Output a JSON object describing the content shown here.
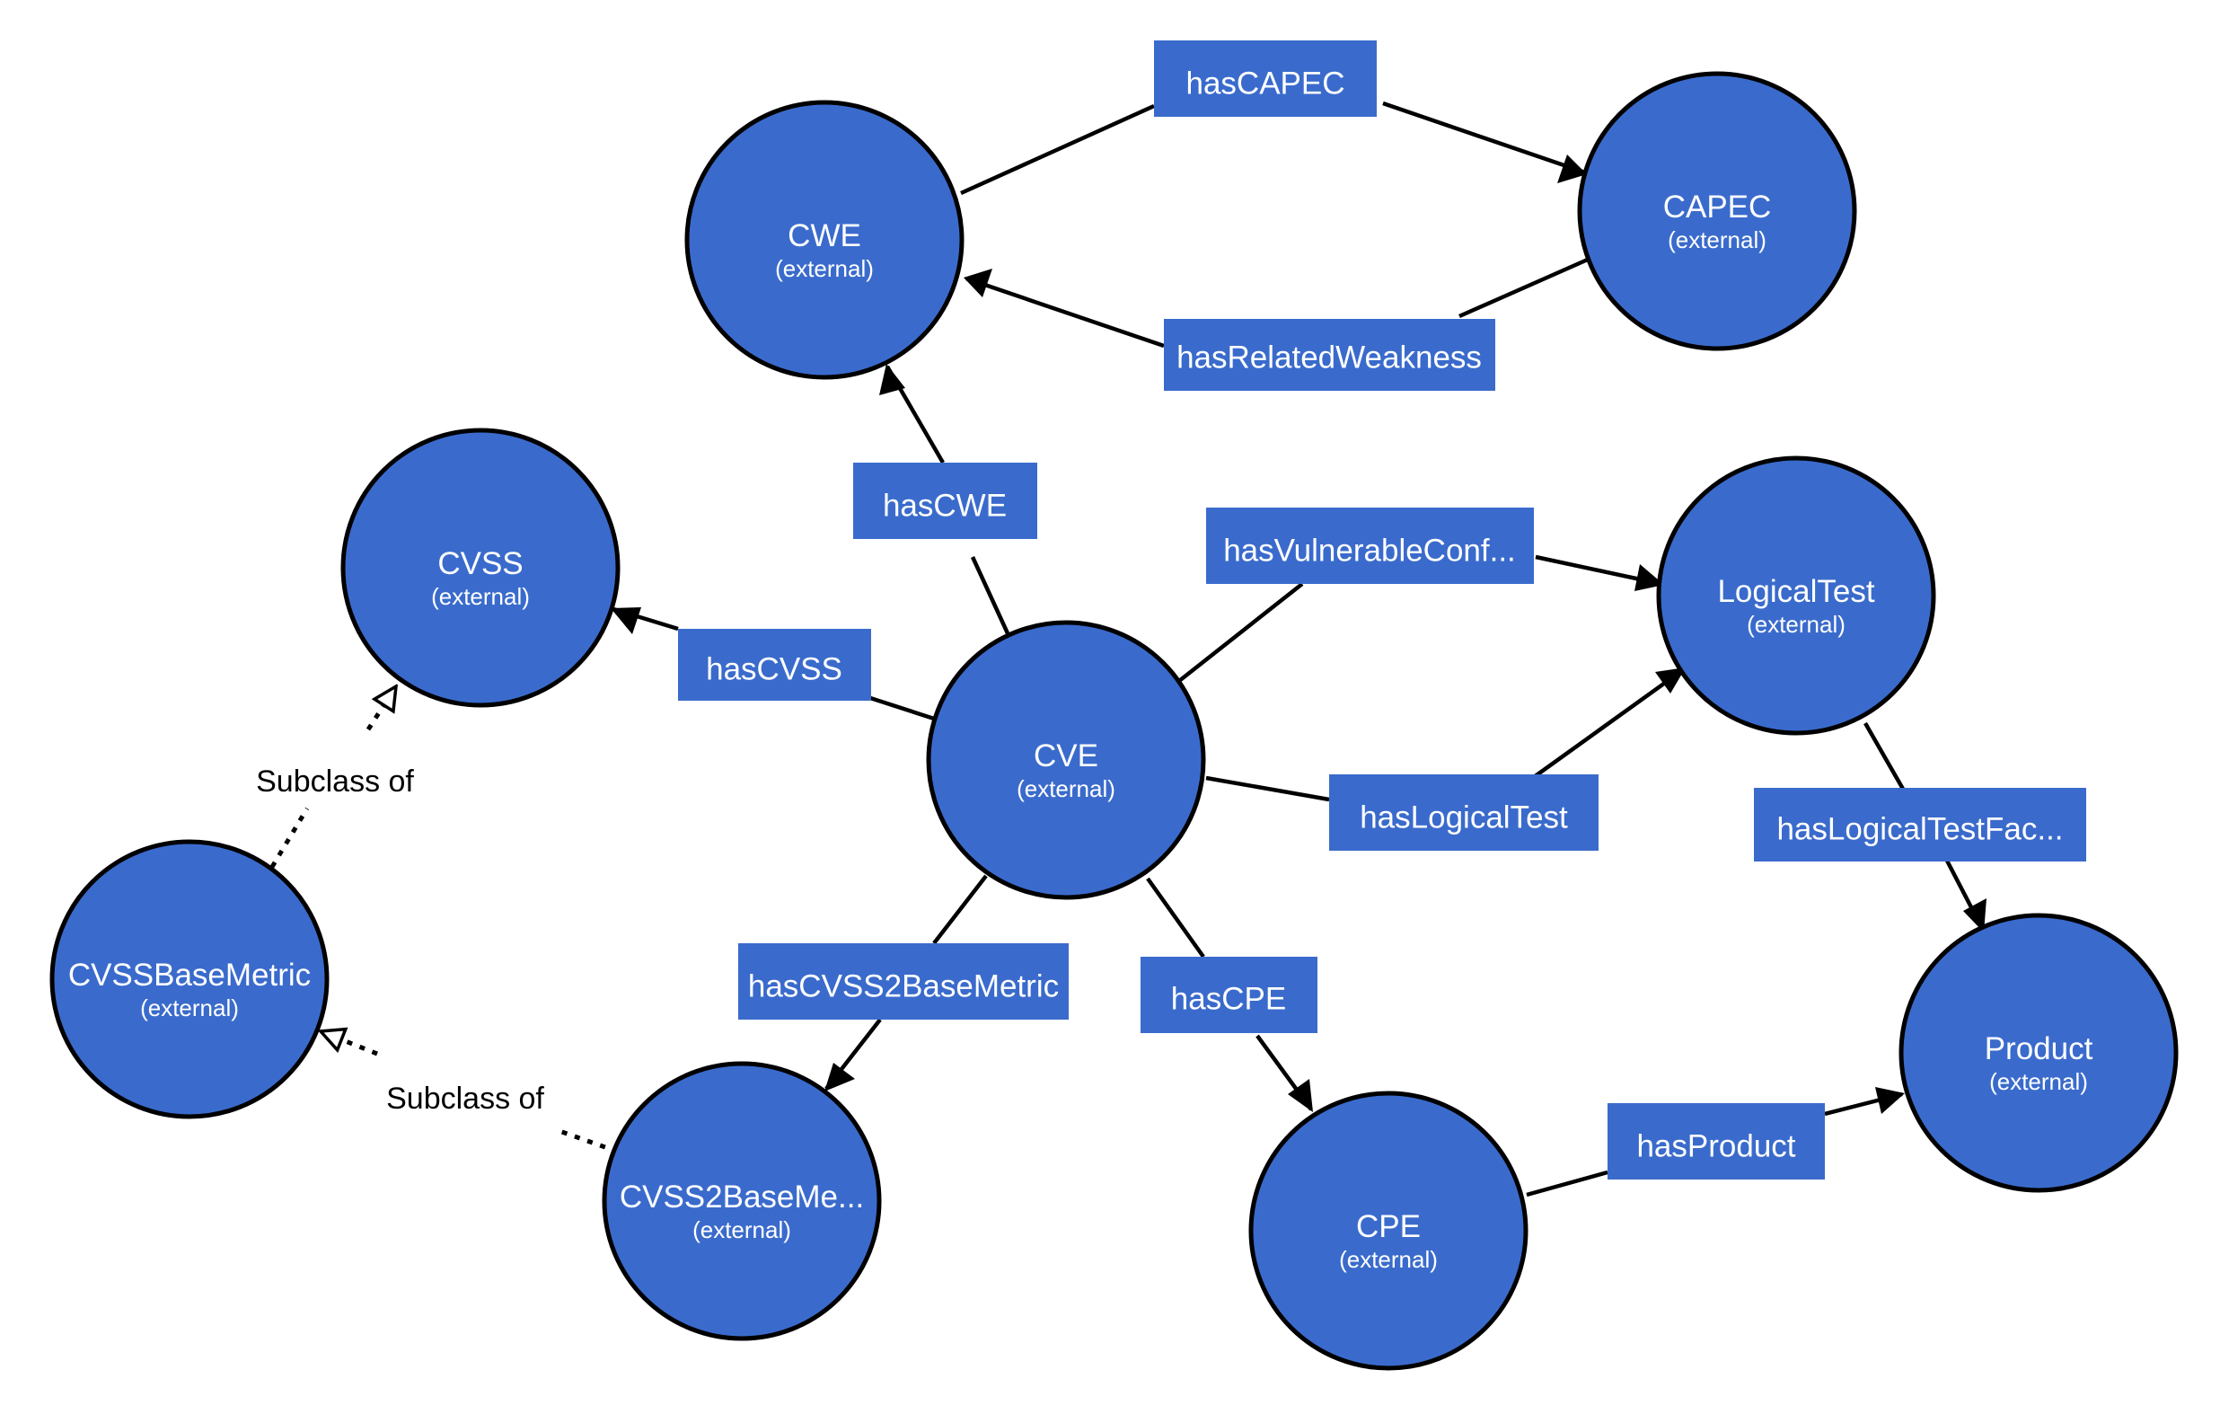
{
  "colors": {
    "node_fill": "#3a6bcc",
    "label_fill": "#3a6bcc",
    "stroke": "#000000",
    "text": "#ffffff"
  },
  "nodes": [
    {
      "id": "cwe",
      "title": "CWE",
      "subtitle": "(external)"
    },
    {
      "id": "capec",
      "title": "CAPEC",
      "subtitle": "(external)"
    },
    {
      "id": "cvss",
      "title": "CVSS",
      "subtitle": "(external)"
    },
    {
      "id": "cve",
      "title": "CVE",
      "subtitle": "(external)"
    },
    {
      "id": "logicaltest",
      "title": "LogicalTest",
      "subtitle": "(external)"
    },
    {
      "id": "cvssbasemetric",
      "title": "CVSSBaseMetric",
      "subtitle": "(external)"
    },
    {
      "id": "cvss2basemetric",
      "title": "CVSS2BaseMe...",
      "subtitle": "(external)"
    },
    {
      "id": "cpe",
      "title": "CPE",
      "subtitle": "(external)"
    },
    {
      "id": "product",
      "title": "Product",
      "subtitle": "(external)"
    }
  ],
  "edges": [
    {
      "id": "hascapec",
      "label": "hasCAPEC",
      "from": "cwe",
      "to": "capec"
    },
    {
      "id": "hasrelatedweakness",
      "label": "hasRelatedWeakness",
      "from": "capec",
      "to": "cwe"
    },
    {
      "id": "hascwe",
      "label": "hasCWE",
      "from": "cve",
      "to": "cwe"
    },
    {
      "id": "hascvss",
      "label": "hasCVSS",
      "from": "cve",
      "to": "cvss"
    },
    {
      "id": "hasvulnerableconf",
      "label": "hasVulnerableConf...",
      "from": "cve",
      "to": "logicaltest"
    },
    {
      "id": "haslogicaltest",
      "label": "hasLogicalTest",
      "from": "cve",
      "to": "logicaltest"
    },
    {
      "id": "haslogicaltestfac",
      "label": "hasLogicalTestFac...",
      "from": "logicaltest",
      "to": "product"
    },
    {
      "id": "hascvss2basemetric",
      "label": "hasCVSS2BaseMetric",
      "from": "cve",
      "to": "cvss2basemetric"
    },
    {
      "id": "hascpe",
      "label": "hasCPE",
      "from": "cve",
      "to": "cpe"
    },
    {
      "id": "hasproduct",
      "label": "hasProduct",
      "from": "cpe",
      "to": "product"
    }
  ],
  "subclass_edges": [
    {
      "id": "subclass-cvss",
      "label": "Subclass of",
      "from": "cvssbasemetric",
      "to": "cvss"
    },
    {
      "id": "subclass-cvssbasemetric",
      "label": "Subclass of",
      "from": "cvss2basemetric",
      "to": "cvssbasemetric"
    }
  ]
}
